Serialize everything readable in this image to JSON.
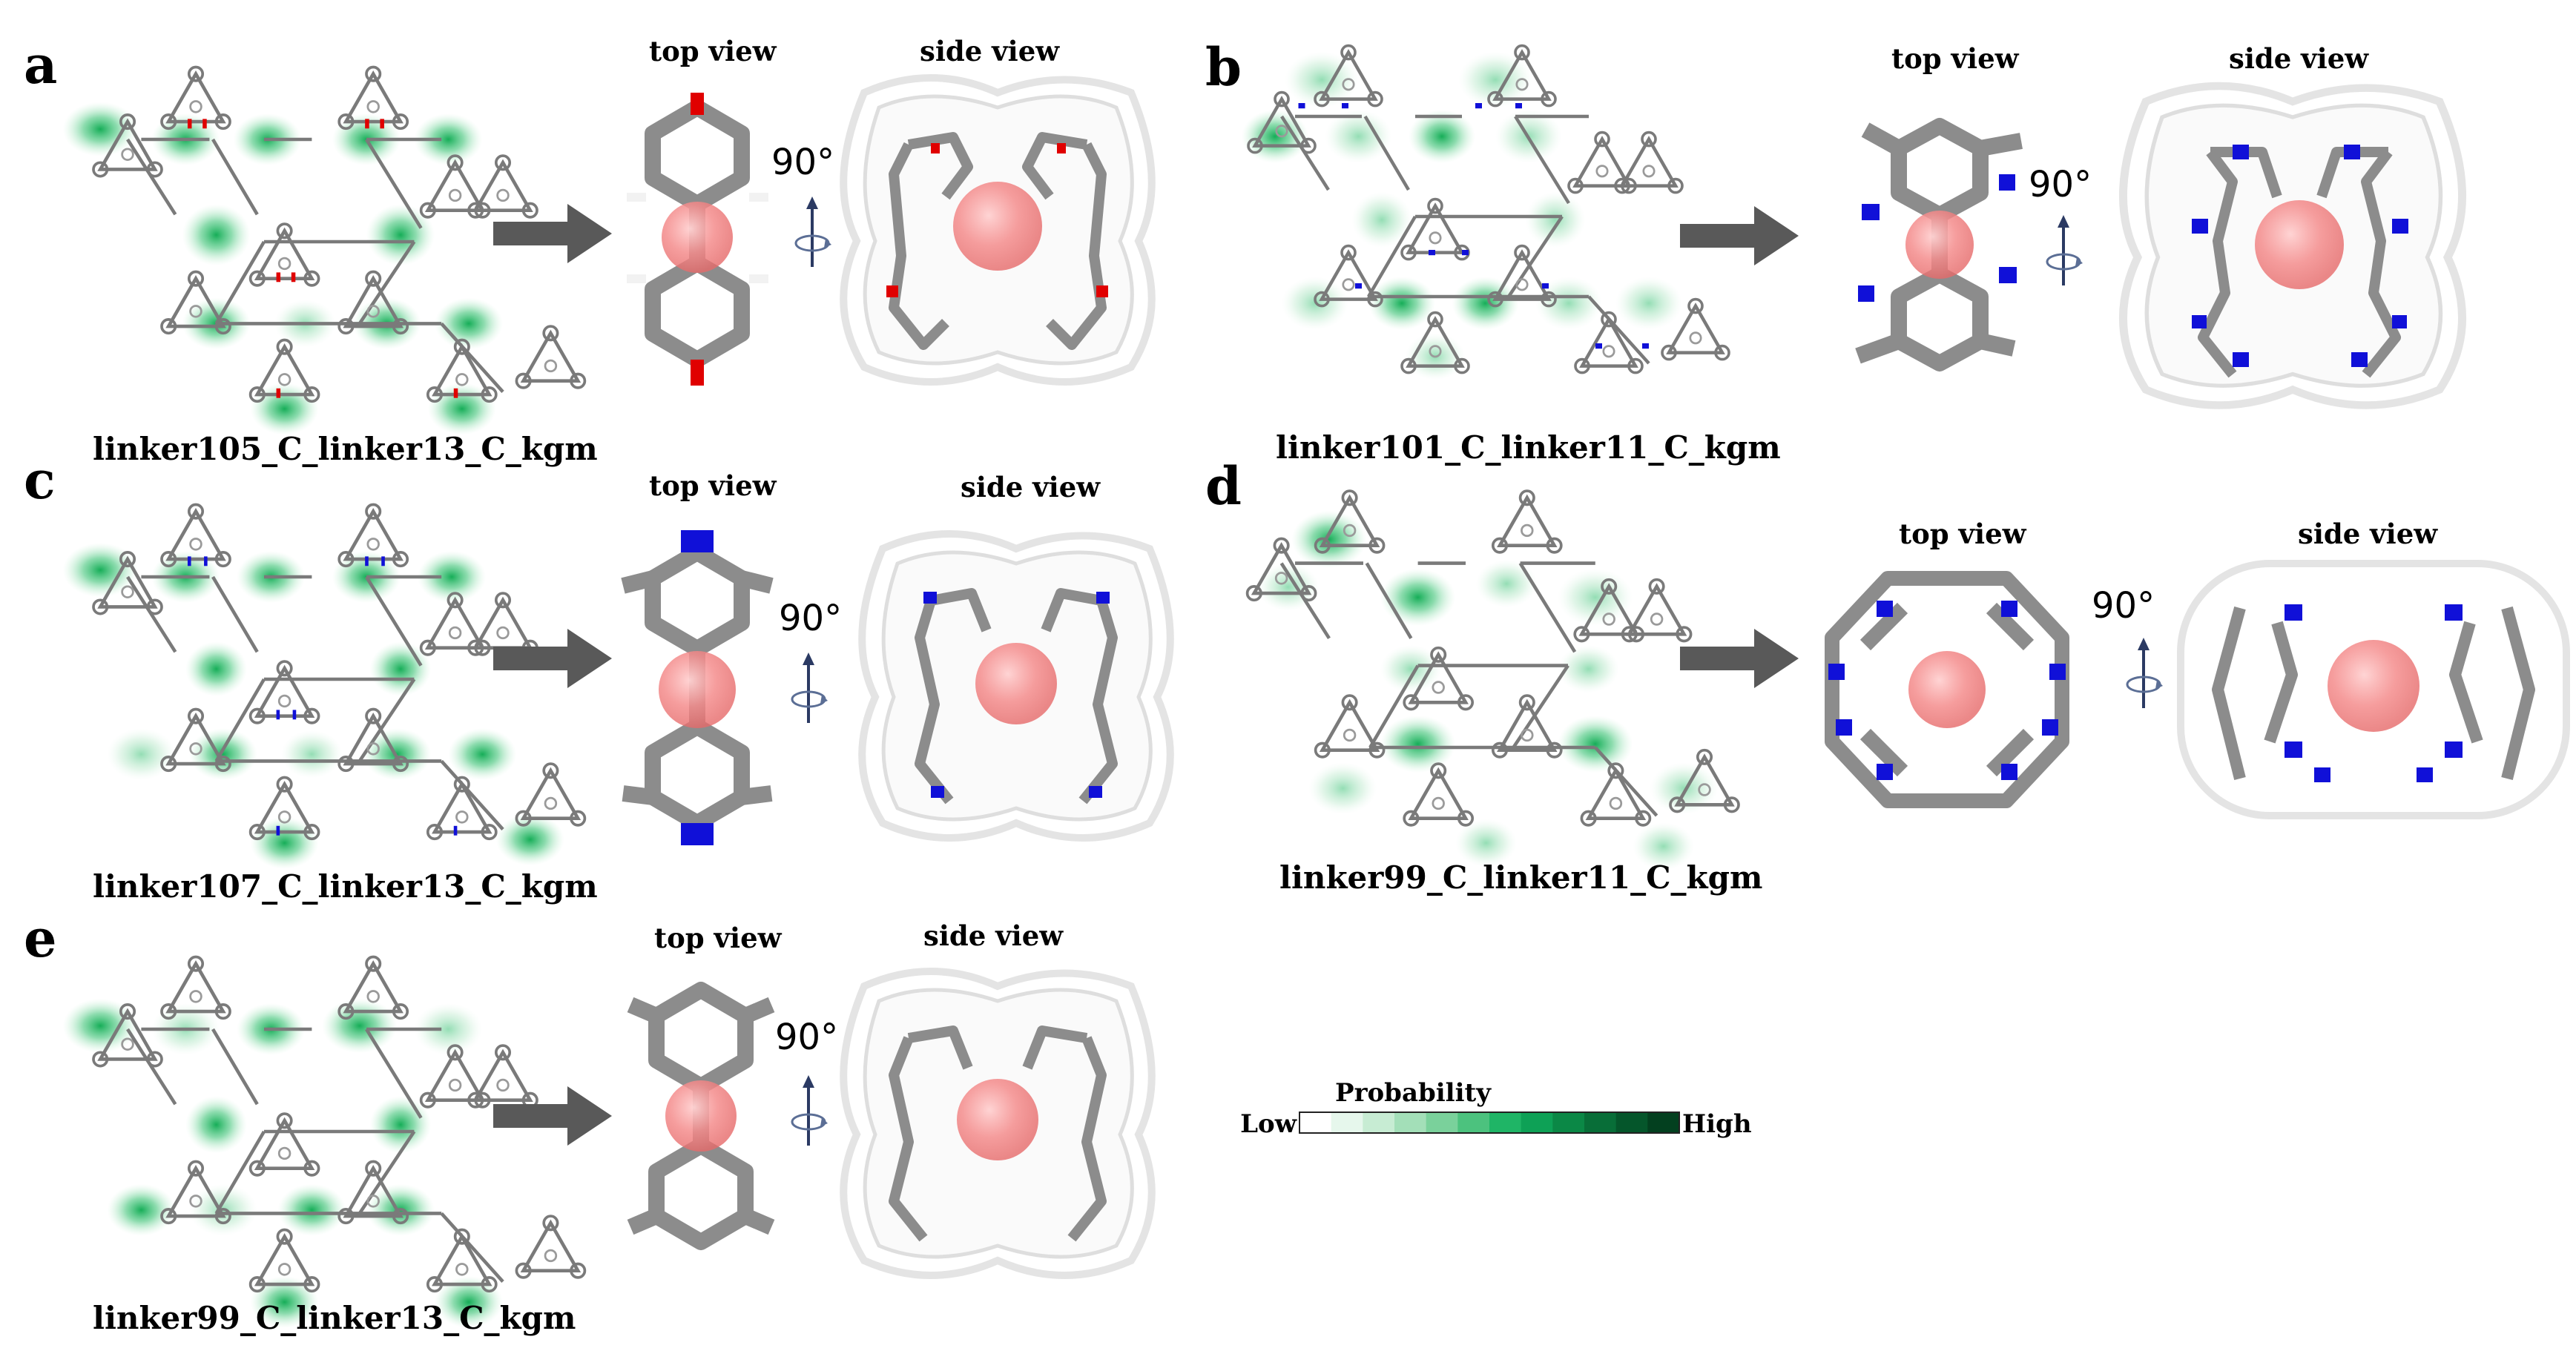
{
  "panels": [
    {
      "letter": "a",
      "name": "linker105_C_linker13_C_kgm",
      "top_view": "top view",
      "side_view": "side view",
      "angle": "90°",
      "heteroatom_color": "#e00000"
    },
    {
      "letter": "b",
      "name": "linker101_C_linker11_C_kgm",
      "top_view": "top view",
      "side_view": "side view",
      "angle": "90°",
      "heteroatom_color": "#1010d8"
    },
    {
      "letter": "c",
      "name": "linker107_C_linker13_C_kgm",
      "top_view": "top view",
      "side_view": "side view",
      "angle": "90°",
      "heteroatom_color": "#1010d8"
    },
    {
      "letter": "d",
      "name": "linker99_C_linker11_C_kgm",
      "top_view": "top view",
      "side_view": "side view",
      "angle": "90°",
      "heteroatom_color": "#1010d8"
    },
    {
      "letter": "e",
      "name": "linker99_C_linker13_C_kgm",
      "top_view": "top view",
      "side_view": "side view",
      "angle": "90°",
      "heteroatom_color": "#888888"
    }
  ],
  "legend": {
    "title": "Probability",
    "low": "Low",
    "high": "High",
    "colors": [
      "#ffffff",
      "#e6f7ec",
      "#c7ecd3",
      "#a3dfb8",
      "#7ad19b",
      "#4cc27e",
      "#1fb566",
      "#0ea156",
      "#0b8846",
      "#086e38",
      "#05562b",
      "#03401f"
    ]
  },
  "colors": {
    "bond": "#7a7a7a",
    "hotspot": "#1fbf6a",
    "guest_sphere": "#f07f7f",
    "arrow": "#595959",
    "carbon_stick": "#8c8c8c"
  }
}
